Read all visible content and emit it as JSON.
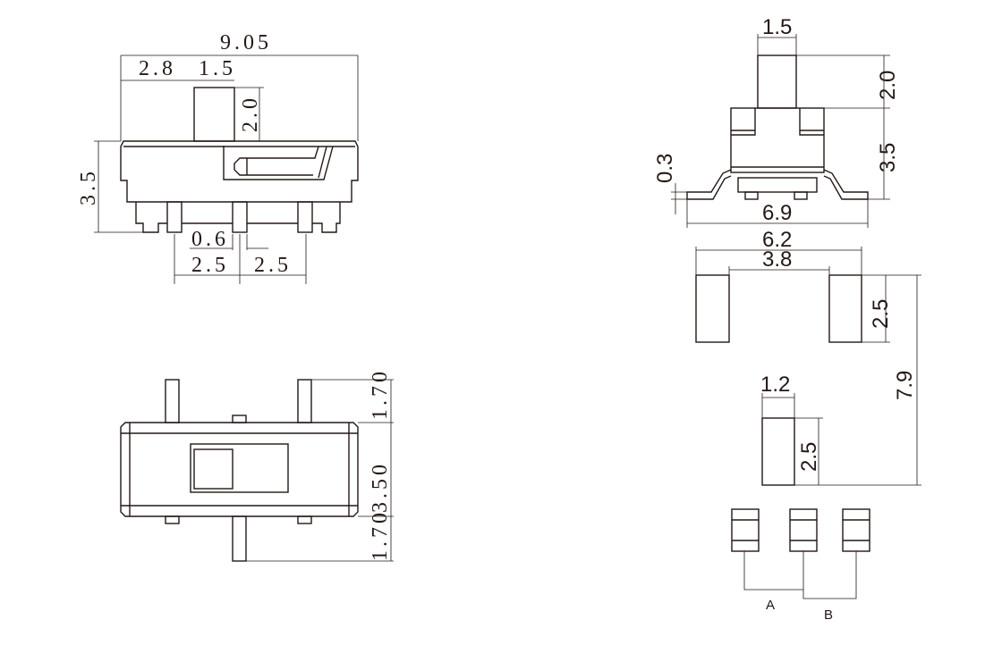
{
  "side_view": {
    "overall_width": "9.05",
    "offset": "2.8",
    "actuator_width": "1.5",
    "actuator_height": "2.0",
    "body_height": "3.5",
    "pin_width": "0.6",
    "pitch_left": "2.5",
    "pitch_right": "2.5"
  },
  "bottom_view": {
    "pin_top": "1.70",
    "body": "3.50",
    "pin_bottom": "1.70"
  },
  "front_view": {
    "actuator_width": "1.5",
    "actuator_height": "2.0",
    "body_height": "3.5",
    "lead_thickness": "0.3",
    "overall_width": "6.9"
  },
  "footprint": {
    "outer": "6.2",
    "inner": "3.8",
    "pad_height": "2.5",
    "total_height": "7.9",
    "center_pad_width": "1.2",
    "center_pad_height": "2.5"
  },
  "schematic": {
    "label_a": "A",
    "label_b": "B"
  }
}
